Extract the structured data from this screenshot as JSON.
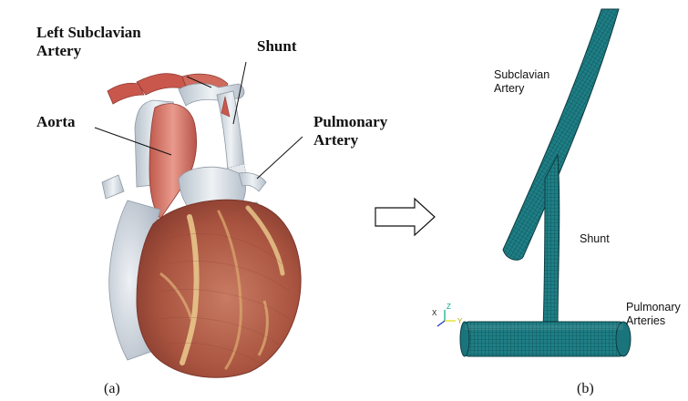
{
  "panel_a": {
    "labels": {
      "left_subclavian_line1": "Left Subclavian",
      "left_subclavian_line2": "Artery",
      "shunt": "Shunt",
      "aorta": "Aorta",
      "pulmonary_line1": "Pulmonary",
      "pulmonary_line2": "Artery"
    },
    "caption": "(a)"
  },
  "panel_b": {
    "labels": {
      "subclavian_line1": "Subclavian",
      "subclavian_line2": "Artery",
      "shunt": "Shunt",
      "pulmonary_line1": "Pulmonary",
      "pulmonary_line2": "Arteries"
    },
    "axis_triad": {
      "x": "X",
      "y": "Y",
      "z": "Z"
    },
    "caption": "(b)"
  },
  "colors": {
    "mesh_fill": "#1e7f86",
    "mesh_line": "#0c3d42",
    "heart_muscle": "#b8604e",
    "aorta": "#d9776a",
    "vessel_pale": "#d6dde3",
    "fat": "#e8c58a"
  }
}
